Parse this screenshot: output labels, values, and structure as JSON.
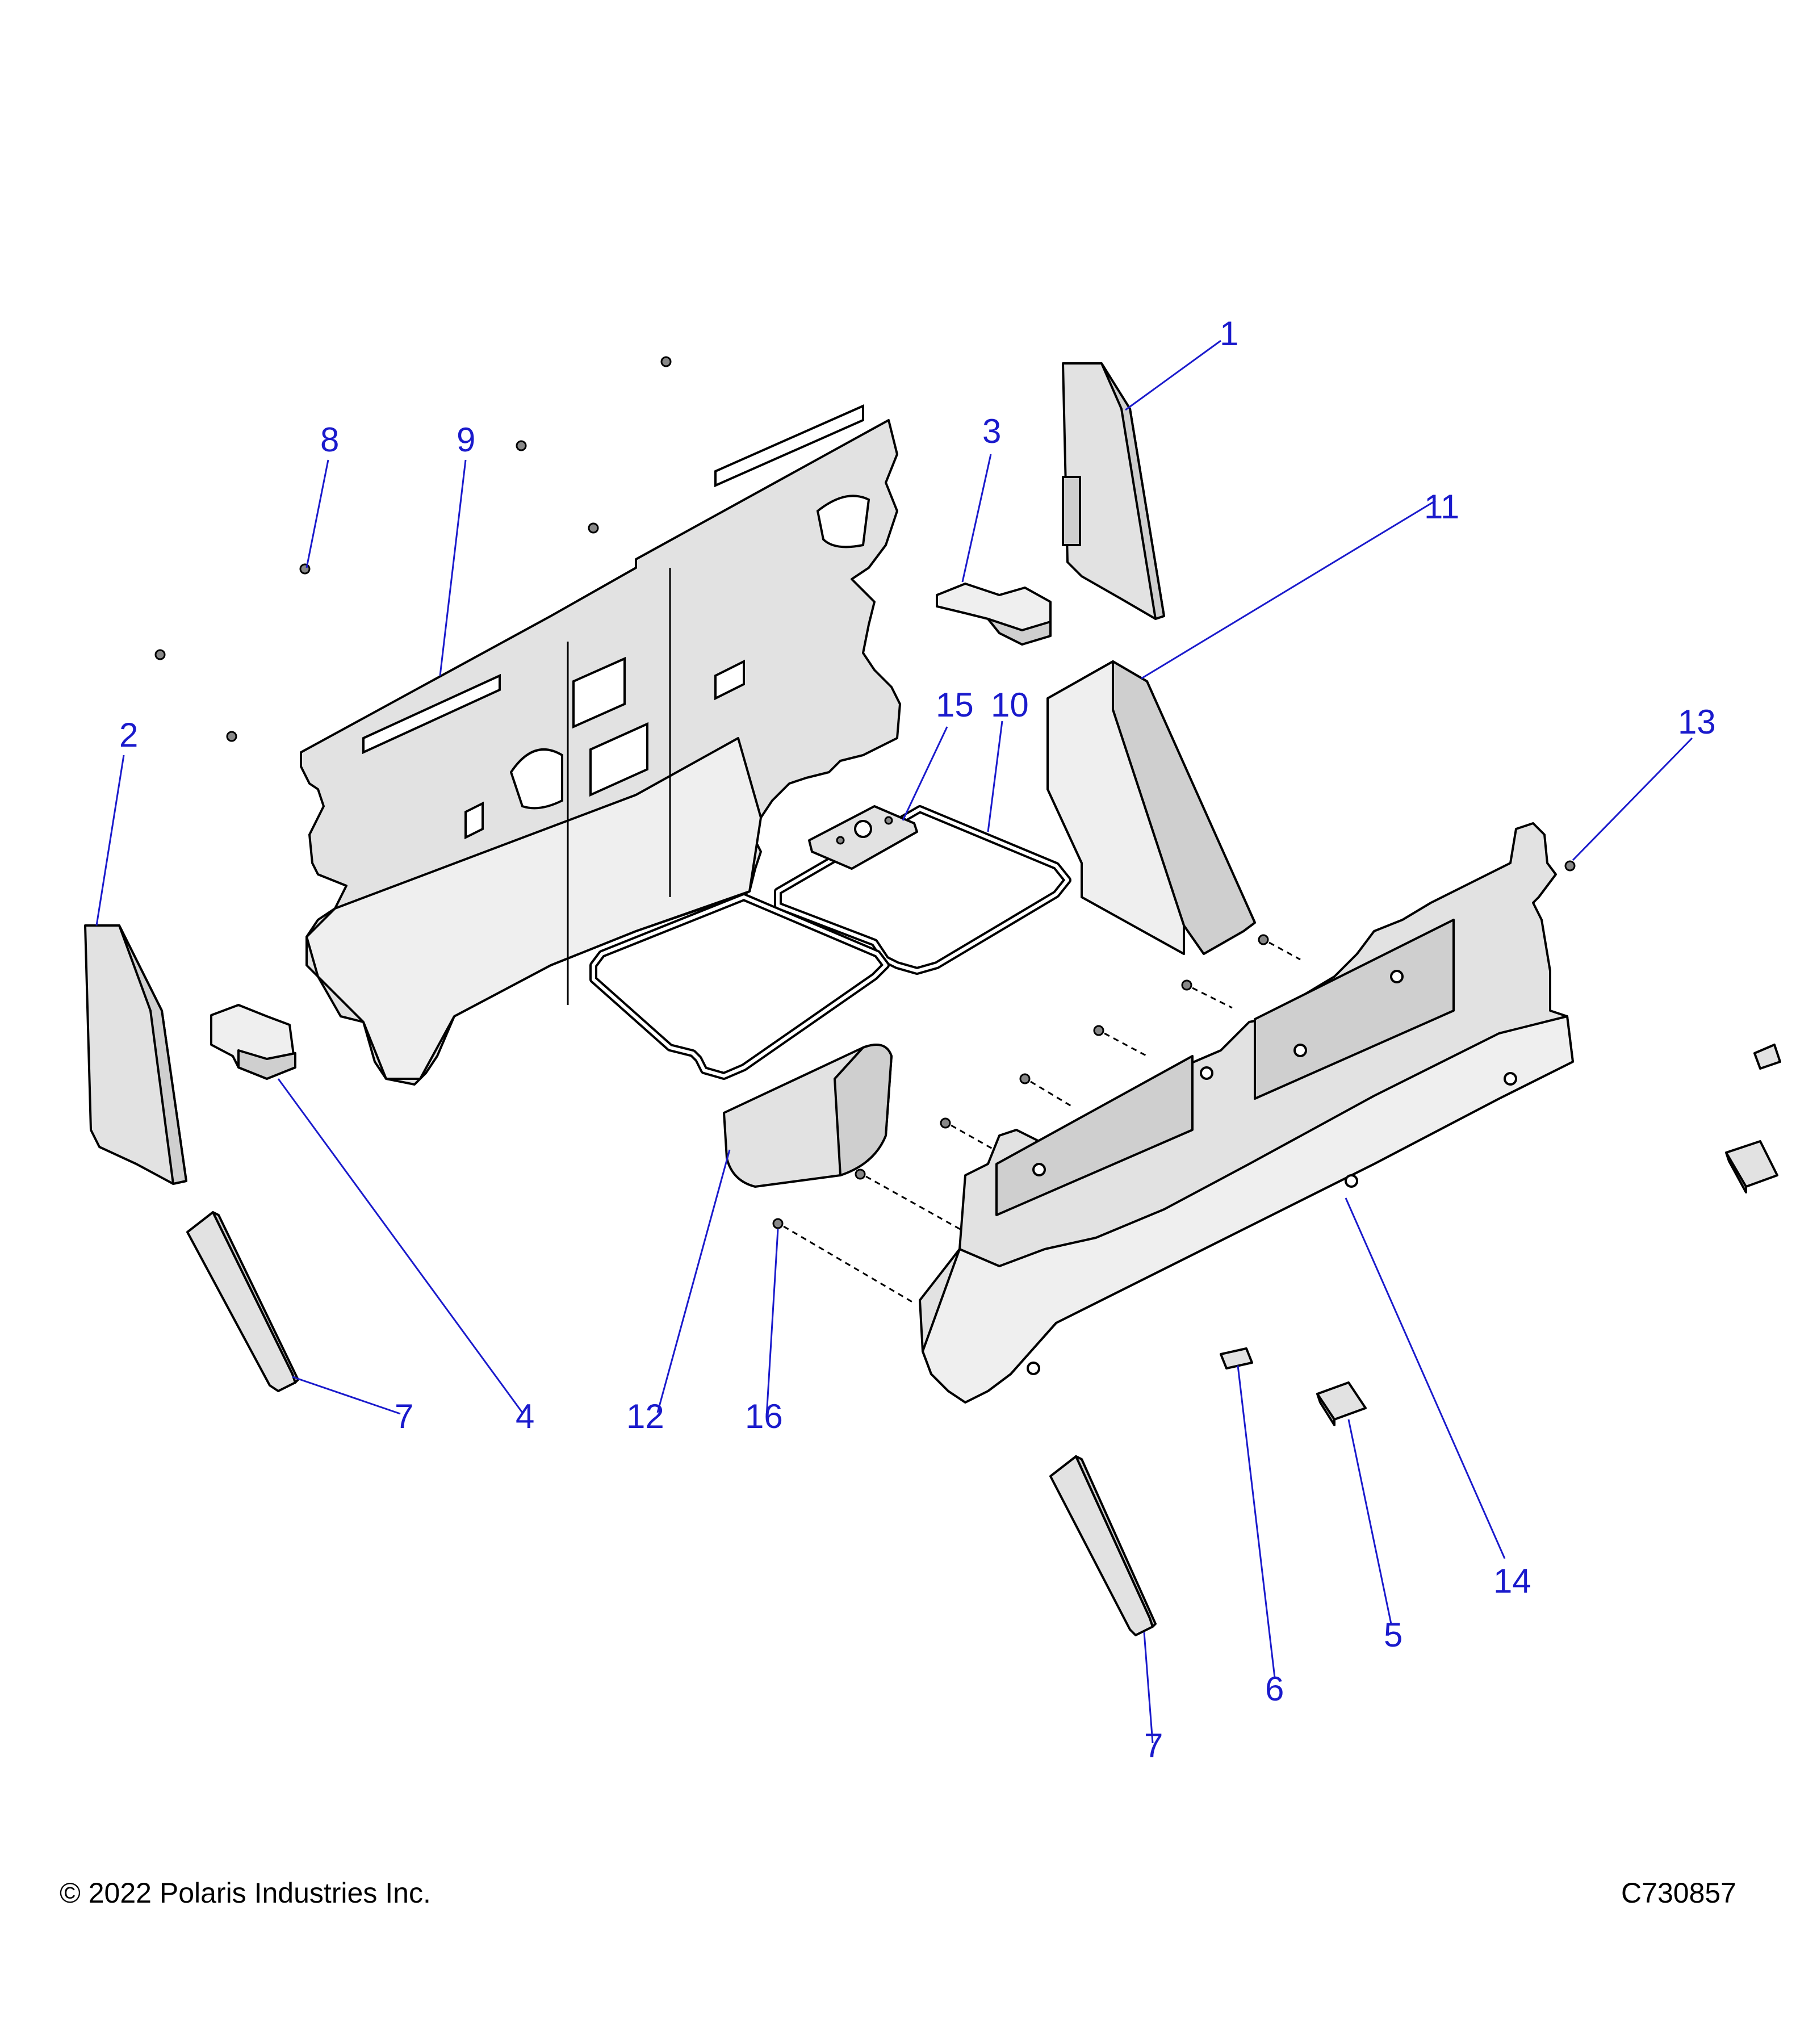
{
  "callouts": [
    {
      "id": "c1",
      "label": "1"
    },
    {
      "id": "c2",
      "label": "2"
    },
    {
      "id": "c3",
      "label": "3"
    },
    {
      "id": "c4",
      "label": "4"
    },
    {
      "id": "c5",
      "label": "5"
    },
    {
      "id": "c6",
      "label": "6"
    },
    {
      "id": "c7a",
      "label": "7"
    },
    {
      "id": "c7b",
      "label": "7"
    },
    {
      "id": "c8",
      "label": "8"
    },
    {
      "id": "c9",
      "label": "9"
    },
    {
      "id": "c10",
      "label": "10"
    },
    {
      "id": "c11",
      "label": "11"
    },
    {
      "id": "c12",
      "label": "12"
    },
    {
      "id": "c13",
      "label": "13"
    },
    {
      "id": "c14",
      "label": "14"
    },
    {
      "id": "c15",
      "label": "15"
    },
    {
      "id": "c16",
      "label": "16"
    }
  ],
  "footer": {
    "copyright": "© 2022 Polaris Industries Inc.",
    "drawing_number": "C730857"
  },
  "colors": {
    "callout": "#1a1acc",
    "part_fill": "#e2e2e2",
    "outline": "#000000"
  }
}
